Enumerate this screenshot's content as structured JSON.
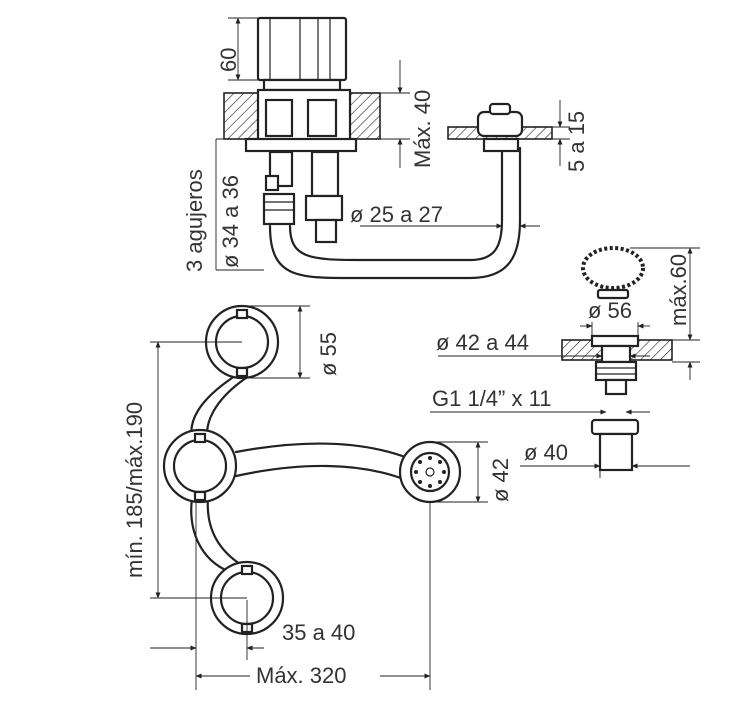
{
  "dimensions": {
    "top_height": "60",
    "max_insert": "Máx. 40",
    "holes": "3 agujeros",
    "hole_diameter": "ø 34 a 36",
    "pipe_diameter": "ø 25 a 27",
    "deck_thickness": "5 a 15",
    "handle_diameter": "ø 55",
    "spacing_range": "mín. 185/máx.190",
    "outlet_diameter": "ø 42",
    "offset_range": "35 a 40",
    "max_width": "Máx. 320",
    "max_height": "máx.60",
    "drain_top": "ø 56",
    "drain_hole": "ø 42 a 44",
    "thread": "G1 1/4” x 11",
    "drain_body": "ø 40"
  }
}
